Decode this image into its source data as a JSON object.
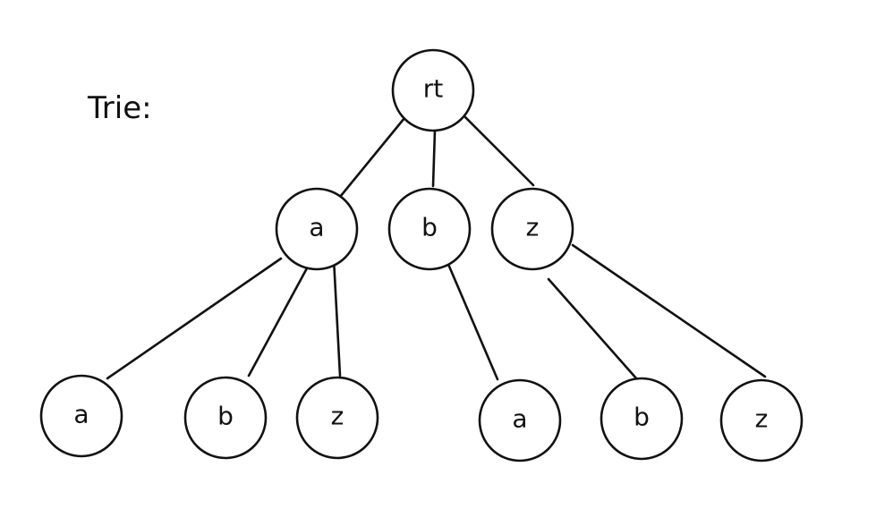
{
  "title": "Trie:",
  "nodes": {
    "root": "rt",
    "level1": [
      "a",
      "b",
      "z"
    ],
    "level2": [
      "a",
      "b",
      "z",
      "a",
      "b",
      "z"
    ]
  }
}
